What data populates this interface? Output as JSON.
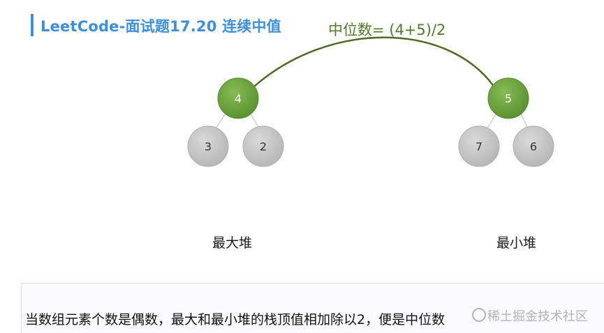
{
  "title": "LeetCode-面试题17.20 连续中值",
  "formula": "中位数= (4+5)/2",
  "max_heap": {
    "label": "最大堆",
    "top": "4",
    "children": [
      "3",
      "2"
    ]
  },
  "min_heap": {
    "label": "最小堆",
    "top": "5",
    "children": [
      "7",
      "6"
    ]
  },
  "caption": "当数组元素个数是偶数，最大和最小堆的栈顶值相加除以2，便是中位数",
  "watermark": "稀土掘金技术社区",
  "colors": {
    "title": "#3f8fd8",
    "top_node": "#6a9e3c",
    "child_node": "#c4c4c4",
    "arc": "#4f6b23"
  }
}
